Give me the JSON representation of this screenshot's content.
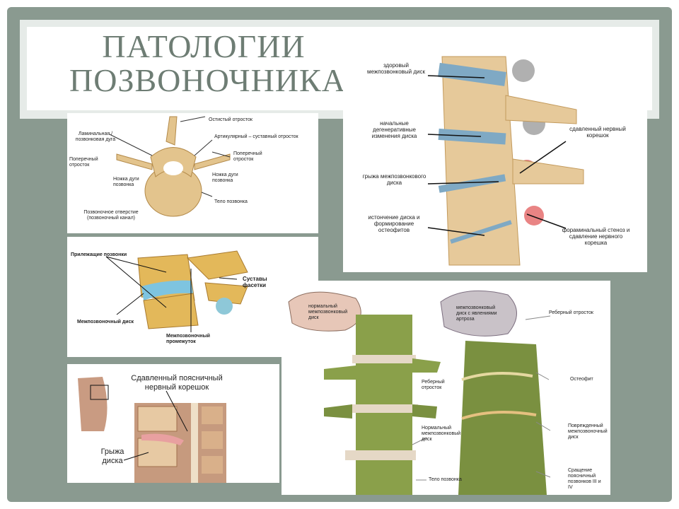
{
  "slide": {
    "title_line1": "ПАТОЛОГИИ",
    "title_line2": "ПОЗВОНОЧНИКА",
    "colors": {
      "frame": "#8a9a90",
      "title": "#6e7d74",
      "bone": "#e3c48d",
      "disc": "#7fa9c4",
      "green_bone": "#8aa04a",
      "inflammation": "#e05050"
    }
  },
  "vertebra_top_view": {
    "labels": [
      "Остистый отросток",
      "Ламинальная / позвонковая дуга",
      "Артикулярный – суставный отросток",
      "Поперечный отросток",
      "Поперечный отросток",
      "Ножка дуги позвонка",
      "Ножка дуги позвонка",
      "Тело позвонка",
      "Позвоночное отверстие (позвоночный канал)"
    ]
  },
  "degeneration_diagram": {
    "labels": [
      "здоровый межпозвонковый диск",
      "начальные дегенеративные изменения диска",
      "грыжа межпозвонкового диска",
      "истончение диска и формирование остеофитов",
      "сдавленный нервный корешок",
      "фораминальный стеноз и сдавление нервного корешка"
    ]
  },
  "side_view": {
    "labels": [
      "Прилежащие позвонки",
      "Суставы фасетки",
      "Межпозвоночный диск",
      "Межпозвоночный промежуток"
    ]
  },
  "lumbar_hernia": {
    "labels": [
      "Сдавленный поясничный нервный корешок",
      "Грыжа диска"
    ]
  },
  "spine_comparison": {
    "labels": [
      "нормальный межпозвонковый диск",
      "межпозвонковый диск с явлениями артроза",
      "Реберный отросток",
      "Реберный отросток",
      "Остеофит",
      "Нормальный межпозвонковый диск",
      "Поврежденный межпозвоночный диск",
      "Тело позвонка",
      "Сращение поясничный позвонков III и IV"
    ]
  }
}
